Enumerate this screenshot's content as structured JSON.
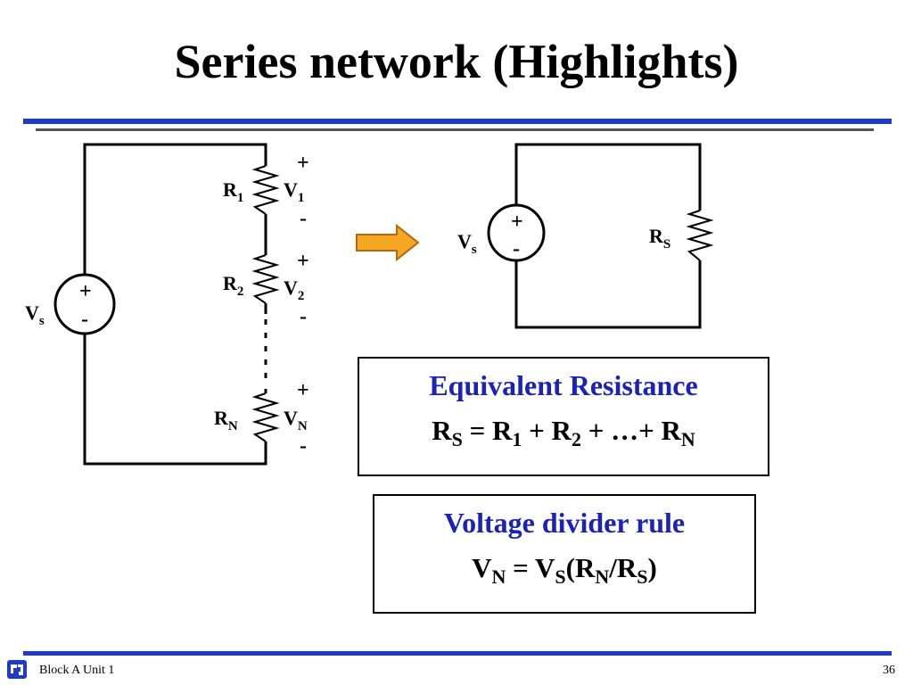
{
  "slide": {
    "title": "Series network (Highlights)",
    "footer": "Block A Unit 1",
    "page_number": "36"
  },
  "circuit_left": {
    "source_label": "V",
    "source_sub": "s",
    "plus": "+",
    "minus": "-",
    "resistors": [
      {
        "label": "R",
        "sub": "1",
        "vlabel": "V",
        "vsub": "1"
      },
      {
        "label": "R",
        "sub": "2",
        "vlabel": "V",
        "vsub": "2"
      },
      {
        "label": "R",
        "sub": "N",
        "vlabel": "V",
        "vsub": "N"
      }
    ]
  },
  "circuit_right": {
    "source_label": "V",
    "source_sub": "s",
    "plus": "+",
    "minus": "-",
    "resistor_label": "R",
    "resistor_sub": "S"
  },
  "arrow": {
    "color": "#f5a623"
  },
  "equivalent_box": {
    "heading": "Equivalent Resistance",
    "eq": [
      "R",
      "S",
      " = R",
      "1",
      " + R",
      "2",
      " + …+ R",
      "N"
    ]
  },
  "divider_box": {
    "heading": "Voltage divider rule",
    "eq": [
      "V",
      "N",
      " = V",
      "S",
      "(R",
      "N",
      "/R",
      "S",
      ")"
    ]
  },
  "colors": {
    "accent": "#1f3ac9",
    "heading_text": "#1a22b8"
  }
}
